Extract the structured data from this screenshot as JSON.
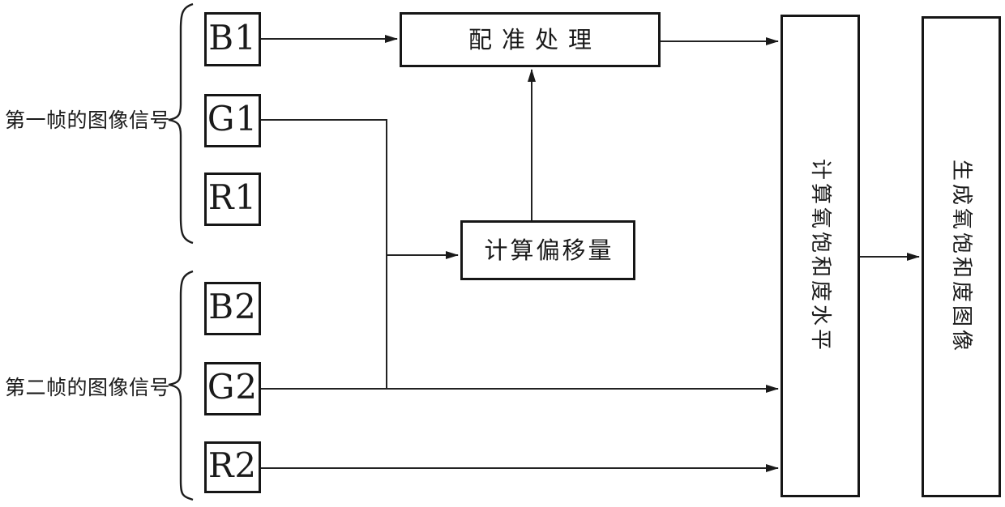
{
  "diagram": {
    "title_hint": "oxygen saturation imaging flow diagram",
    "frame1": {
      "label": "第一帧的图像信号",
      "channels": [
        {
          "label": "B1"
        },
        {
          "label": "G1"
        },
        {
          "label": "R1"
        }
      ]
    },
    "frame2": {
      "label": "第二帧的图像信号",
      "channels": [
        {
          "label": "B2"
        },
        {
          "label": "G2"
        },
        {
          "label": "R2"
        }
      ]
    },
    "nodes": {
      "registration": {
        "label": "配准处理"
      },
      "offset": {
        "label": "计算偏移量"
      },
      "saturation": {
        "label": "计算氧饱和度水平"
      },
      "generate": {
        "label": "生成氧饱和度图像"
      }
    },
    "colors": {
      "ink": "#1a1a1a",
      "background": "#ffffff"
    }
  }
}
